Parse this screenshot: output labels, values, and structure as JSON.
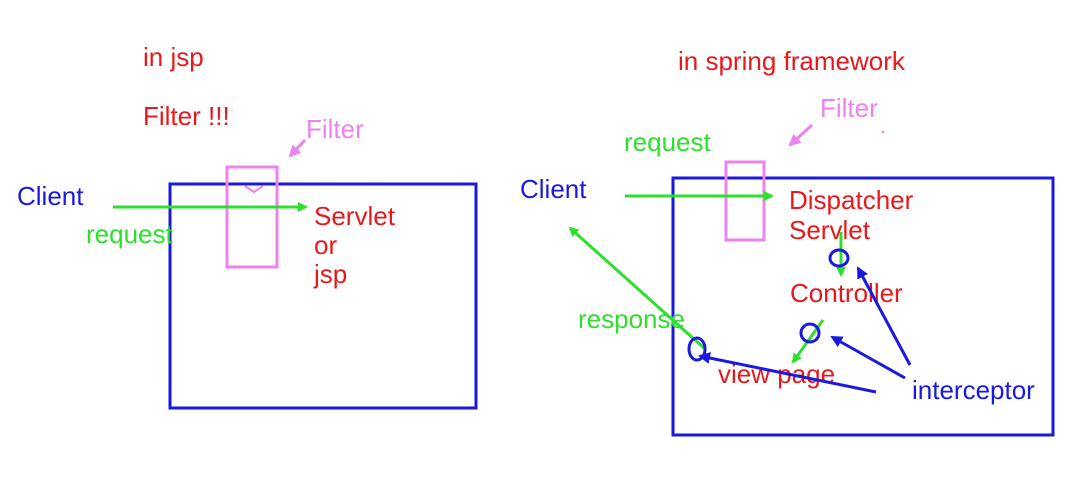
{
  "colors": {
    "red": "#e8191c",
    "blue": "#1a1adf",
    "green": "#2de02d",
    "pink": "#ee82ee",
    "background": "#ffffff"
  },
  "left": {
    "heading": "in jsp",
    "filter_note": "Filter !!!",
    "filter_label": "Filter",
    "client_label": "Client",
    "request_label": "request",
    "servlet_lines": [
      "Servlet",
      "or",
      "jsp"
    ]
  },
  "right": {
    "heading": "in spring framework",
    "filter_label": "Filter",
    "request_label": "request",
    "client_label": "Client",
    "dispatcher_lines": [
      "Dispatcher",
      "Servlet"
    ],
    "controller_label": "Controller",
    "response_label": "response",
    "view_page_label": "view page",
    "interceptor_label": "interceptor"
  }
}
